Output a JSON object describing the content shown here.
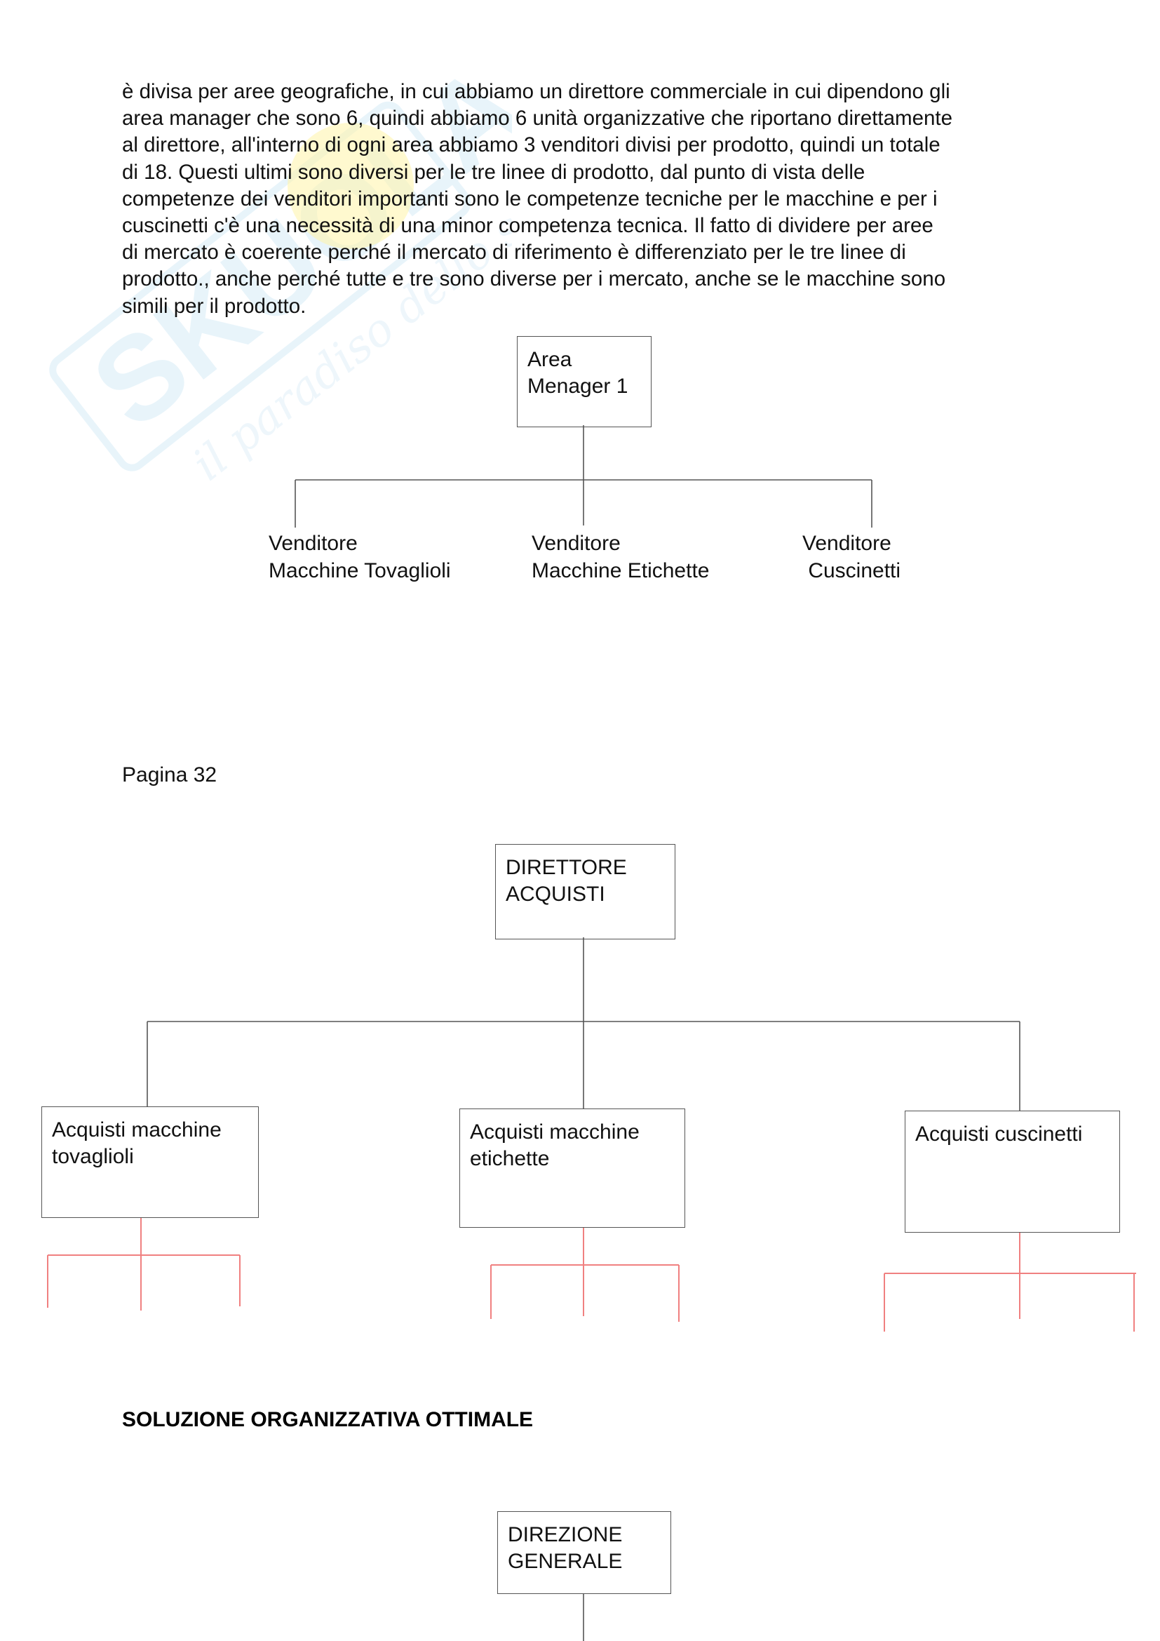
{
  "paragraph": {
    "lines": [
      "è divisa per aree geografiche, in cui abbiamo un direttore commerciale in cui dipendono gli",
      "area manager che sono 6, quindi abbiamo 6 unità organizzative che riportano direttamente",
      "al direttore, all'interno di ogni area abbiamo 3 venditori divisi per prodotto, quindi un totale",
      "di 18. Questi ultimi sono diversi per le tre linee di prodotto, dal punto di vista delle",
      "competenze dei venditori importanti sono le competenze tecniche per le macchine e per i",
      "cuscinetti c'è una necessità di una minor competenza tecnica. Il fatto di dividere per aree",
      "di mercato è coerente perché il mercato di riferimento è differenziato per le tre linee di",
      "prodotto., anche perché tutte e tre sono diverse per i mercato, anche se le macchine sono",
      "simili per il prodotto."
    ]
  },
  "chart1": {
    "root": {
      "line1": "Area",
      "line2": "Menager 1"
    },
    "children": [
      {
        "line1": "Venditore",
        "line2": "Macchine Tovaglioli"
      },
      {
        "line1": "Venditore",
        "line2": "Macchine Etichette"
      },
      {
        "line1": "Venditore",
        "line2": " Cuscinetti"
      }
    ]
  },
  "page_number": "Pagina 32",
  "chart2": {
    "root": {
      "line1": "DIRETTORE",
      "line2": "ACQUISTI"
    },
    "children": [
      {
        "line1": "Acquisti macchine",
        "line2": "tovaglioli"
      },
      {
        "line1": "Acquisti macchine",
        "line2": "etichette"
      },
      {
        "line1": "Acquisti cuscinetti",
        "line2": ""
      }
    ]
  },
  "section_heading": "SOLUZIONE ORGANIZZATIVA OTTIMALE",
  "chart3": {
    "root": {
      "line1": "DIREZIONE",
      "line2": "GENERALE"
    }
  },
  "watermark": {
    "brand": "SKUOLA",
    "tagline": "il paradiso dello studente"
  },
  "colors": {
    "annotation_red": "#f08080",
    "line_gray": "#555555"
  }
}
